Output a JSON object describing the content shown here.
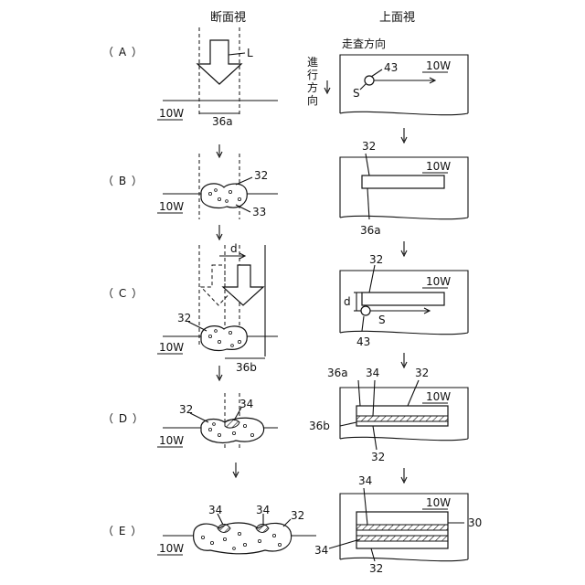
{
  "headers": {
    "cross_section": "断面視",
    "top_view": "上面視"
  },
  "steps": [
    "（ A ）",
    "（ B ）",
    "（ C ）",
    "（ D ）",
    "（ E ）"
  ],
  "labels": {
    "L": "L",
    "base": "10W",
    "w36a": "36a",
    "w36b": "36b",
    "n32": "32",
    "n33": "33",
    "n34": "34",
    "n43": "43",
    "S": "S",
    "d": "d",
    "n30": "30"
  },
  "directions": {
    "scan": "走査方向",
    "advance": [
      "進",
      "行",
      "方",
      "向"
    ]
  }
}
